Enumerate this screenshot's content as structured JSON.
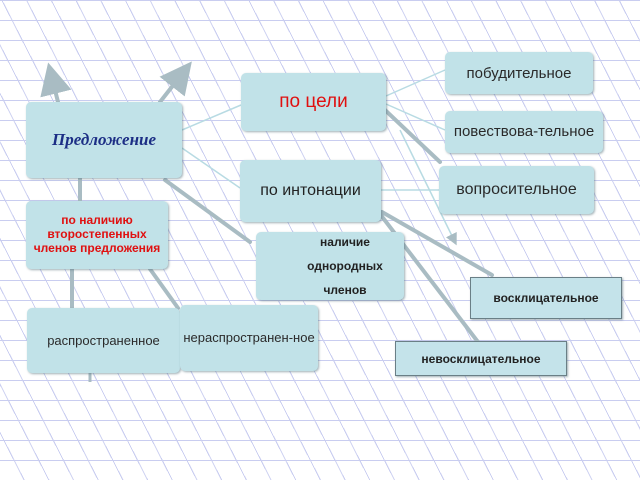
{
  "nodes": {
    "root": "Предложение",
    "by_goal": "по цели",
    "by_intonation": "по интонации",
    "secondary_members": "по наличию второстепенных членов предложения",
    "homogeneous": "наличие однородных членов",
    "spread": "распространенное",
    "unspread": "нераспространен-ное",
    "incentive": "побудительное",
    "narrative": "повествова-тельное",
    "interrogative": "вопросительное",
    "exclamatory": "восклицательное",
    "non_exclamatory": "невосклицательное"
  },
  "colors": {
    "box_fill": "#c1e2e8",
    "root_text": "#1c2e85",
    "highlight_text": "#e01010",
    "connector": "#a9bcc3",
    "grid": "#c9cdf0"
  }
}
